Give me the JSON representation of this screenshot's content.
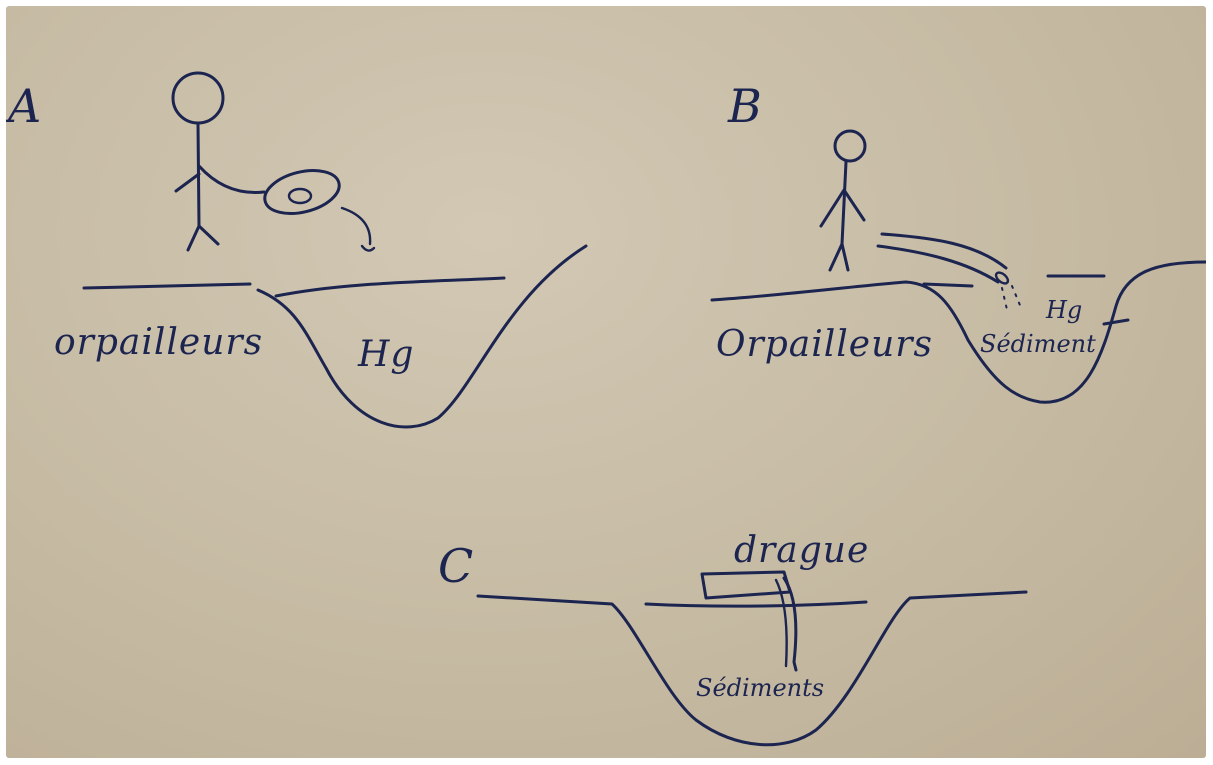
{
  "panels": {
    "a": {
      "letter": "A",
      "bank_label": "orpailleurs",
      "pit_label": "Hg"
    },
    "b": {
      "letter": "B",
      "bank_label": "Orpailleurs",
      "pit_label_1": "Hg",
      "pit_label_2": "Sédiment"
    },
    "c": {
      "letter": "C",
      "boat_label": "drague",
      "bottom_label": "Sédiments"
    }
  },
  "colors": {
    "ink": "#1c2450",
    "paper": "#c8bda6"
  }
}
